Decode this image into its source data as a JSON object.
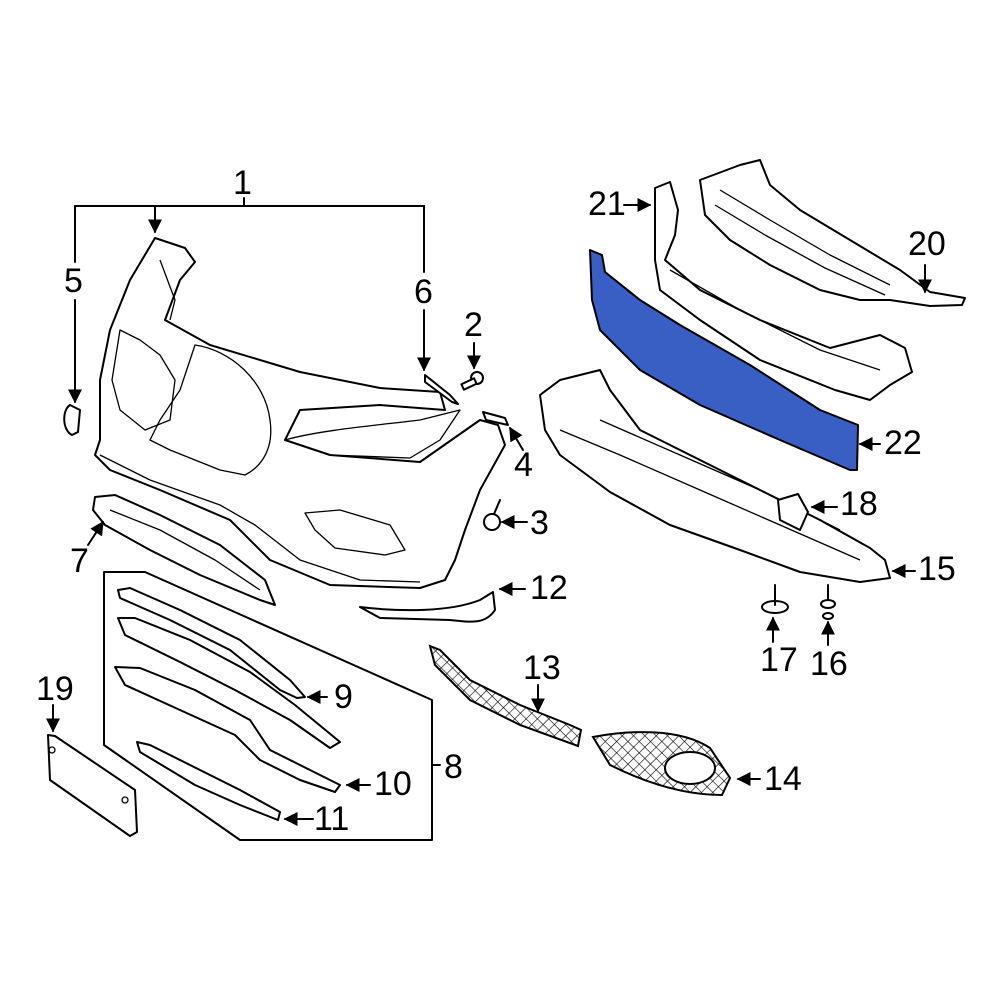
{
  "diagram": {
    "title": "Front bumper assembly exploded parts diagram",
    "highlight_color": "#3a5fc4",
    "highlighted_part": "22",
    "callouts": [
      {
        "id": "1",
        "label": "1"
      },
      {
        "id": "2",
        "label": "2"
      },
      {
        "id": "3",
        "label": "3"
      },
      {
        "id": "4",
        "label": "4"
      },
      {
        "id": "5",
        "label": "5"
      },
      {
        "id": "6",
        "label": "6"
      },
      {
        "id": "7",
        "label": "7"
      },
      {
        "id": "8",
        "label": "8"
      },
      {
        "id": "9",
        "label": "9"
      },
      {
        "id": "10",
        "label": "10"
      },
      {
        "id": "11",
        "label": "11"
      },
      {
        "id": "12",
        "label": "12"
      },
      {
        "id": "13",
        "label": "13"
      },
      {
        "id": "14",
        "label": "14"
      },
      {
        "id": "15",
        "label": "15"
      },
      {
        "id": "16",
        "label": "16"
      },
      {
        "id": "17",
        "label": "17"
      },
      {
        "id": "18",
        "label": "18"
      },
      {
        "id": "19",
        "label": "19"
      },
      {
        "id": "20",
        "label": "20"
      },
      {
        "id": "21",
        "label": "21"
      },
      {
        "id": "22",
        "label": "22"
      }
    ]
  }
}
